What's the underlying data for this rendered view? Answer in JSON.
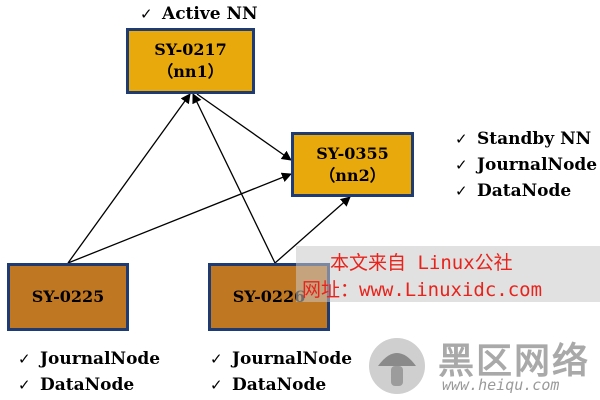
{
  "nodes": {
    "active_nn": {
      "name": "SY-0217",
      "alias": "（nn1）"
    },
    "standby_nn": {
      "name": "SY-0355",
      "alias": "（nn2）"
    },
    "dn_0225": {
      "name": "SY-0225"
    },
    "dn_0226": {
      "name": "SY-0226"
    }
  },
  "roles": {
    "active": [
      "Active NN"
    ],
    "standby": [
      "Standby NN",
      "JournalNode",
      "DataNode"
    ],
    "sy0225": [
      "JournalNode",
      "DataNode"
    ],
    "sy0226": [
      "JournalNode",
      "DataNode"
    ]
  },
  "check_mark": "✓",
  "watermark": {
    "line1": "本文来自 Linux公社",
    "line2": "网址：www.Linuxidc.com"
  },
  "brand": {
    "name_cn": "黑区网络",
    "url": "www.heiqu.com"
  },
  "colors": {
    "active_fill": "#e8a90c",
    "datanode_fill": "#bf7722",
    "border": "#1f3b73",
    "watermark_text": "#e8231c"
  }
}
